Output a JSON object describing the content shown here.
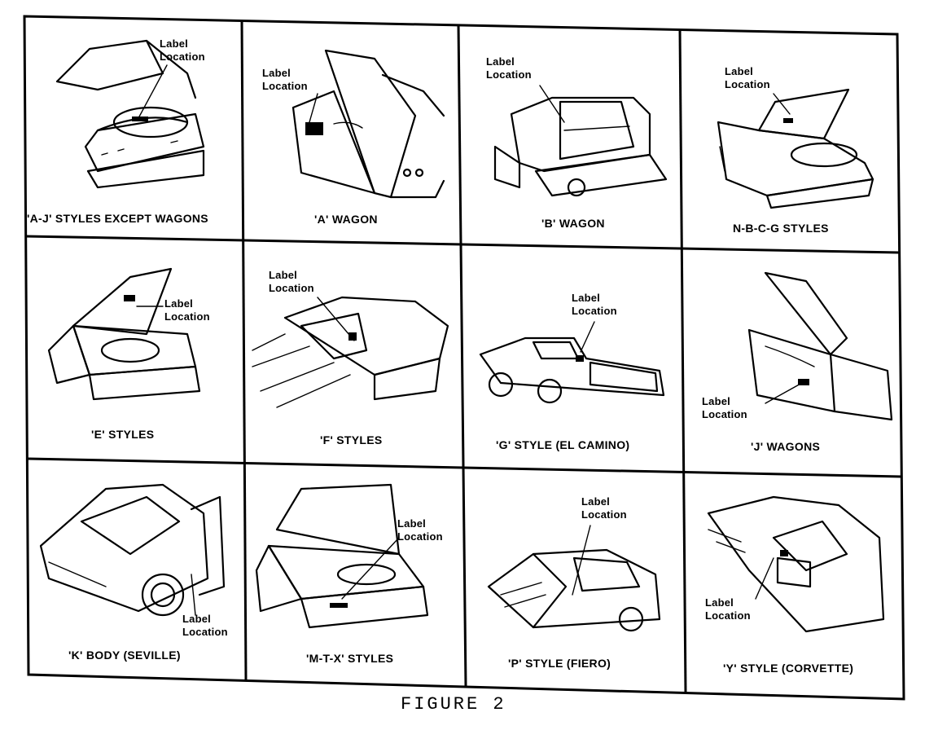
{
  "figure": {
    "caption": "FIGURE 2"
  },
  "label_text": {
    "line1": "Label",
    "line2": "Location"
  },
  "panels": [
    {
      "caption": "'A-J' STYLES EXCEPT WAGONS"
    },
    {
      "caption": "'A' WAGON"
    },
    {
      "caption": "'B' WAGON"
    },
    {
      "caption": "N-B-C-G STYLES"
    },
    {
      "caption": "'E' STYLES"
    },
    {
      "caption": "'F' STYLES"
    },
    {
      "caption": "'G' STYLE (EL CAMINO)"
    },
    {
      "caption": "'J' WAGONS"
    },
    {
      "caption": "'K' BODY (SEVILLE)"
    },
    {
      "caption": "'M-T-X' STYLES"
    },
    {
      "caption": "'P' STYLE (FIERO)"
    },
    {
      "caption": "'Y' STYLE (CORVETTE)"
    }
  ]
}
